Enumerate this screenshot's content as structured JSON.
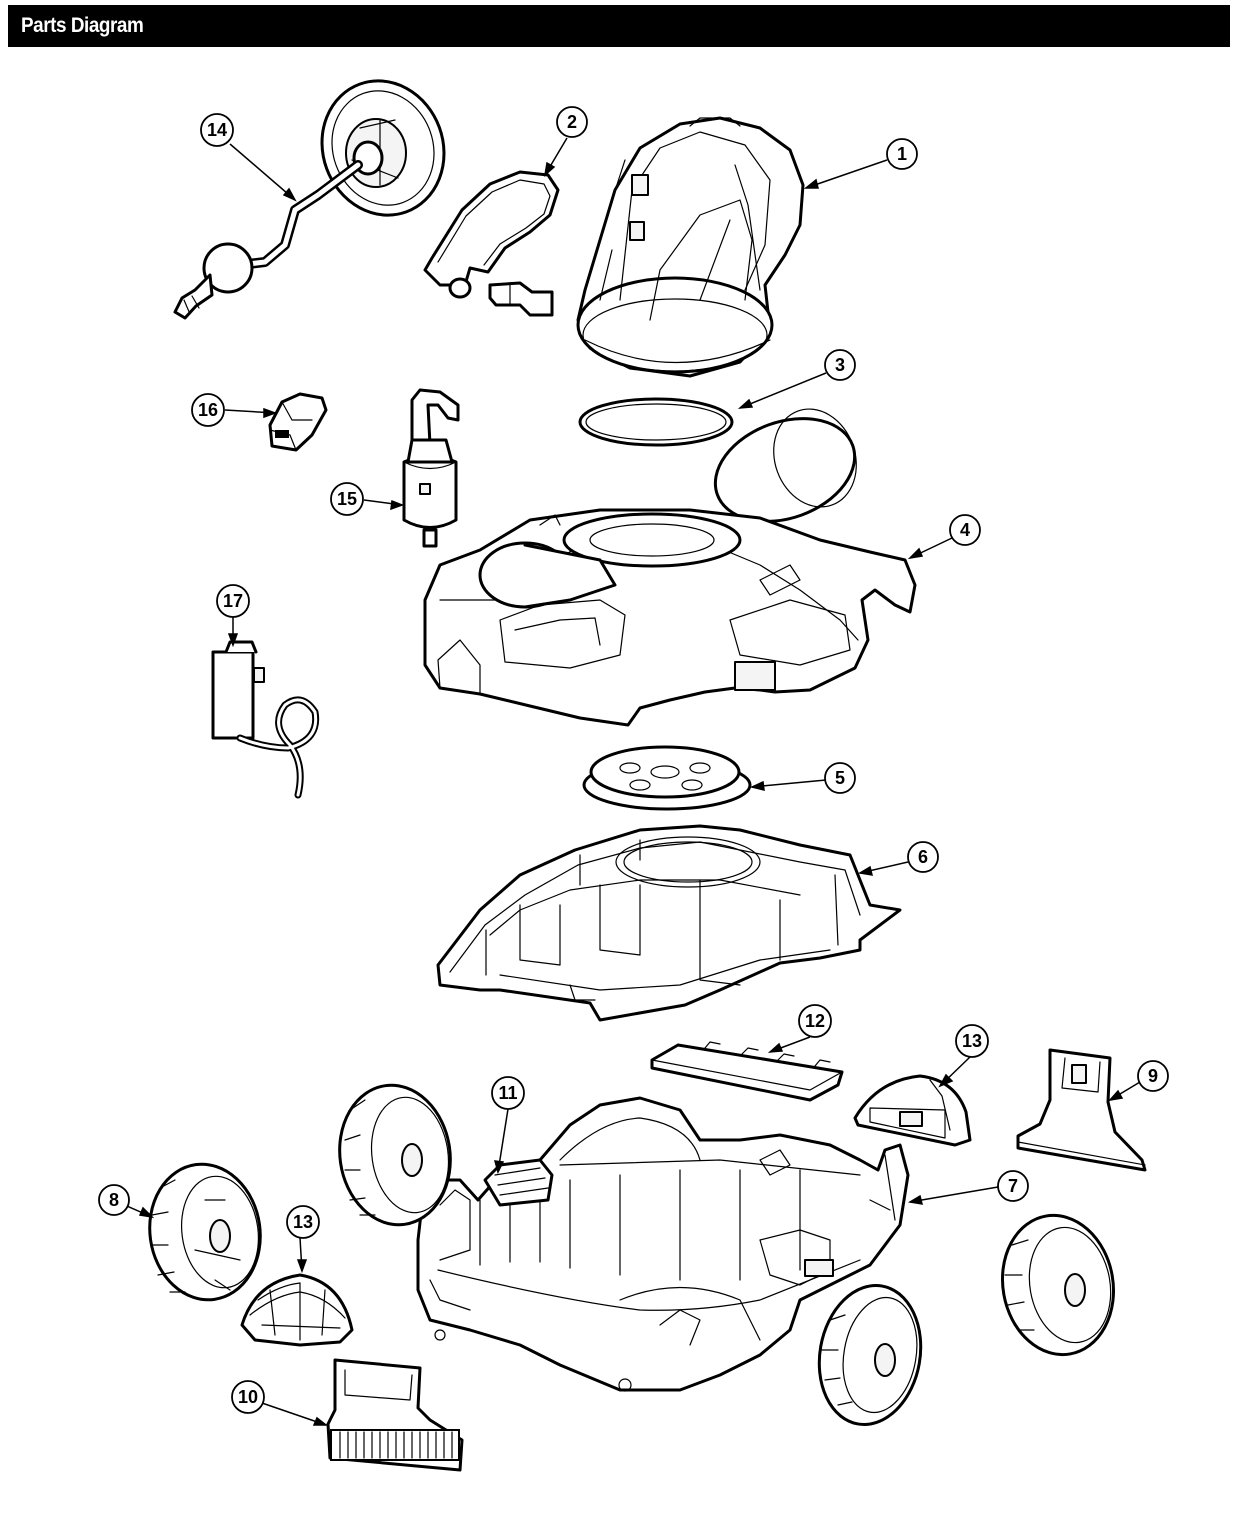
{
  "header": {
    "title": "Parts Diagram"
  },
  "colors": {
    "header_bg": "#000000",
    "header_text": "#ffffff",
    "line": "#000000"
  },
  "callouts": [
    "1",
    "2",
    "3",
    "4",
    "5",
    "6",
    "7",
    "8",
    "9",
    "10",
    "11",
    "12",
    "13",
    "13",
    "14",
    "15",
    "16",
    "17"
  ]
}
